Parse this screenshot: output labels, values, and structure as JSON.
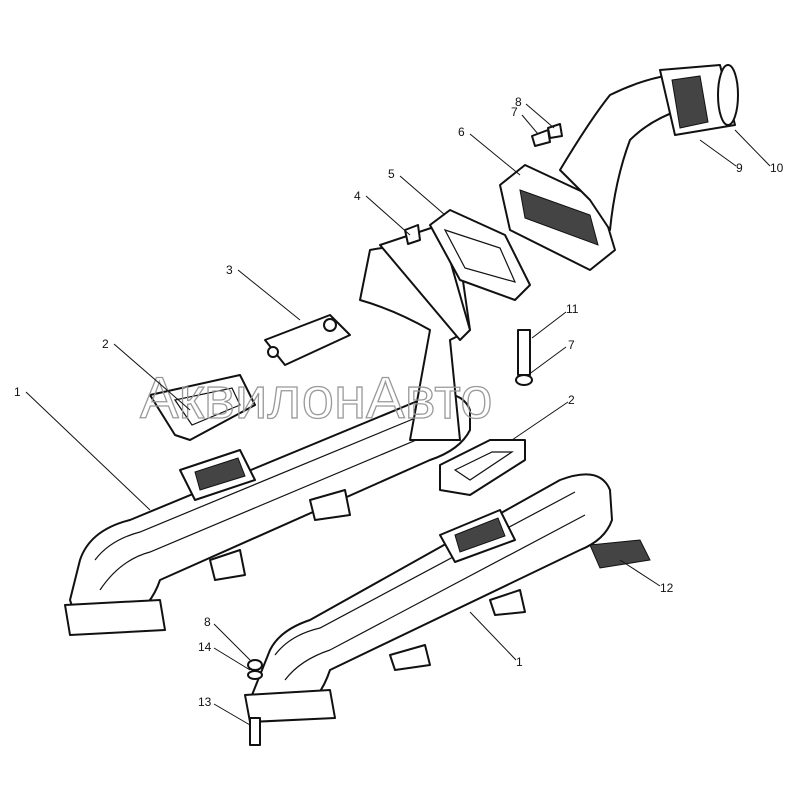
{
  "title": "Exhaust manifold assembly",
  "watermark": "АквилонАвто",
  "callouts": [
    {
      "id": "1a",
      "text": "1"
    },
    {
      "id": "2a",
      "text": "2"
    },
    {
      "id": "3",
      "text": "3"
    },
    {
      "id": "4",
      "text": "4"
    },
    {
      "id": "5",
      "text": "5"
    },
    {
      "id": "6",
      "text": "6"
    },
    {
      "id": "7a",
      "text": "7"
    },
    {
      "id": "8a",
      "text": "8"
    },
    {
      "id": "9",
      "text": "9"
    },
    {
      "id": "10",
      "text": "10"
    },
    {
      "id": "11",
      "text": "11"
    },
    {
      "id": "7b",
      "text": "7"
    },
    {
      "id": "2b",
      "text": "2"
    },
    {
      "id": "12",
      "text": "12"
    },
    {
      "id": "1b",
      "text": "1"
    },
    {
      "id": "8b",
      "text": "8"
    },
    {
      "id": "14",
      "text": "14"
    },
    {
      "id": "13",
      "text": "13"
    }
  ]
}
